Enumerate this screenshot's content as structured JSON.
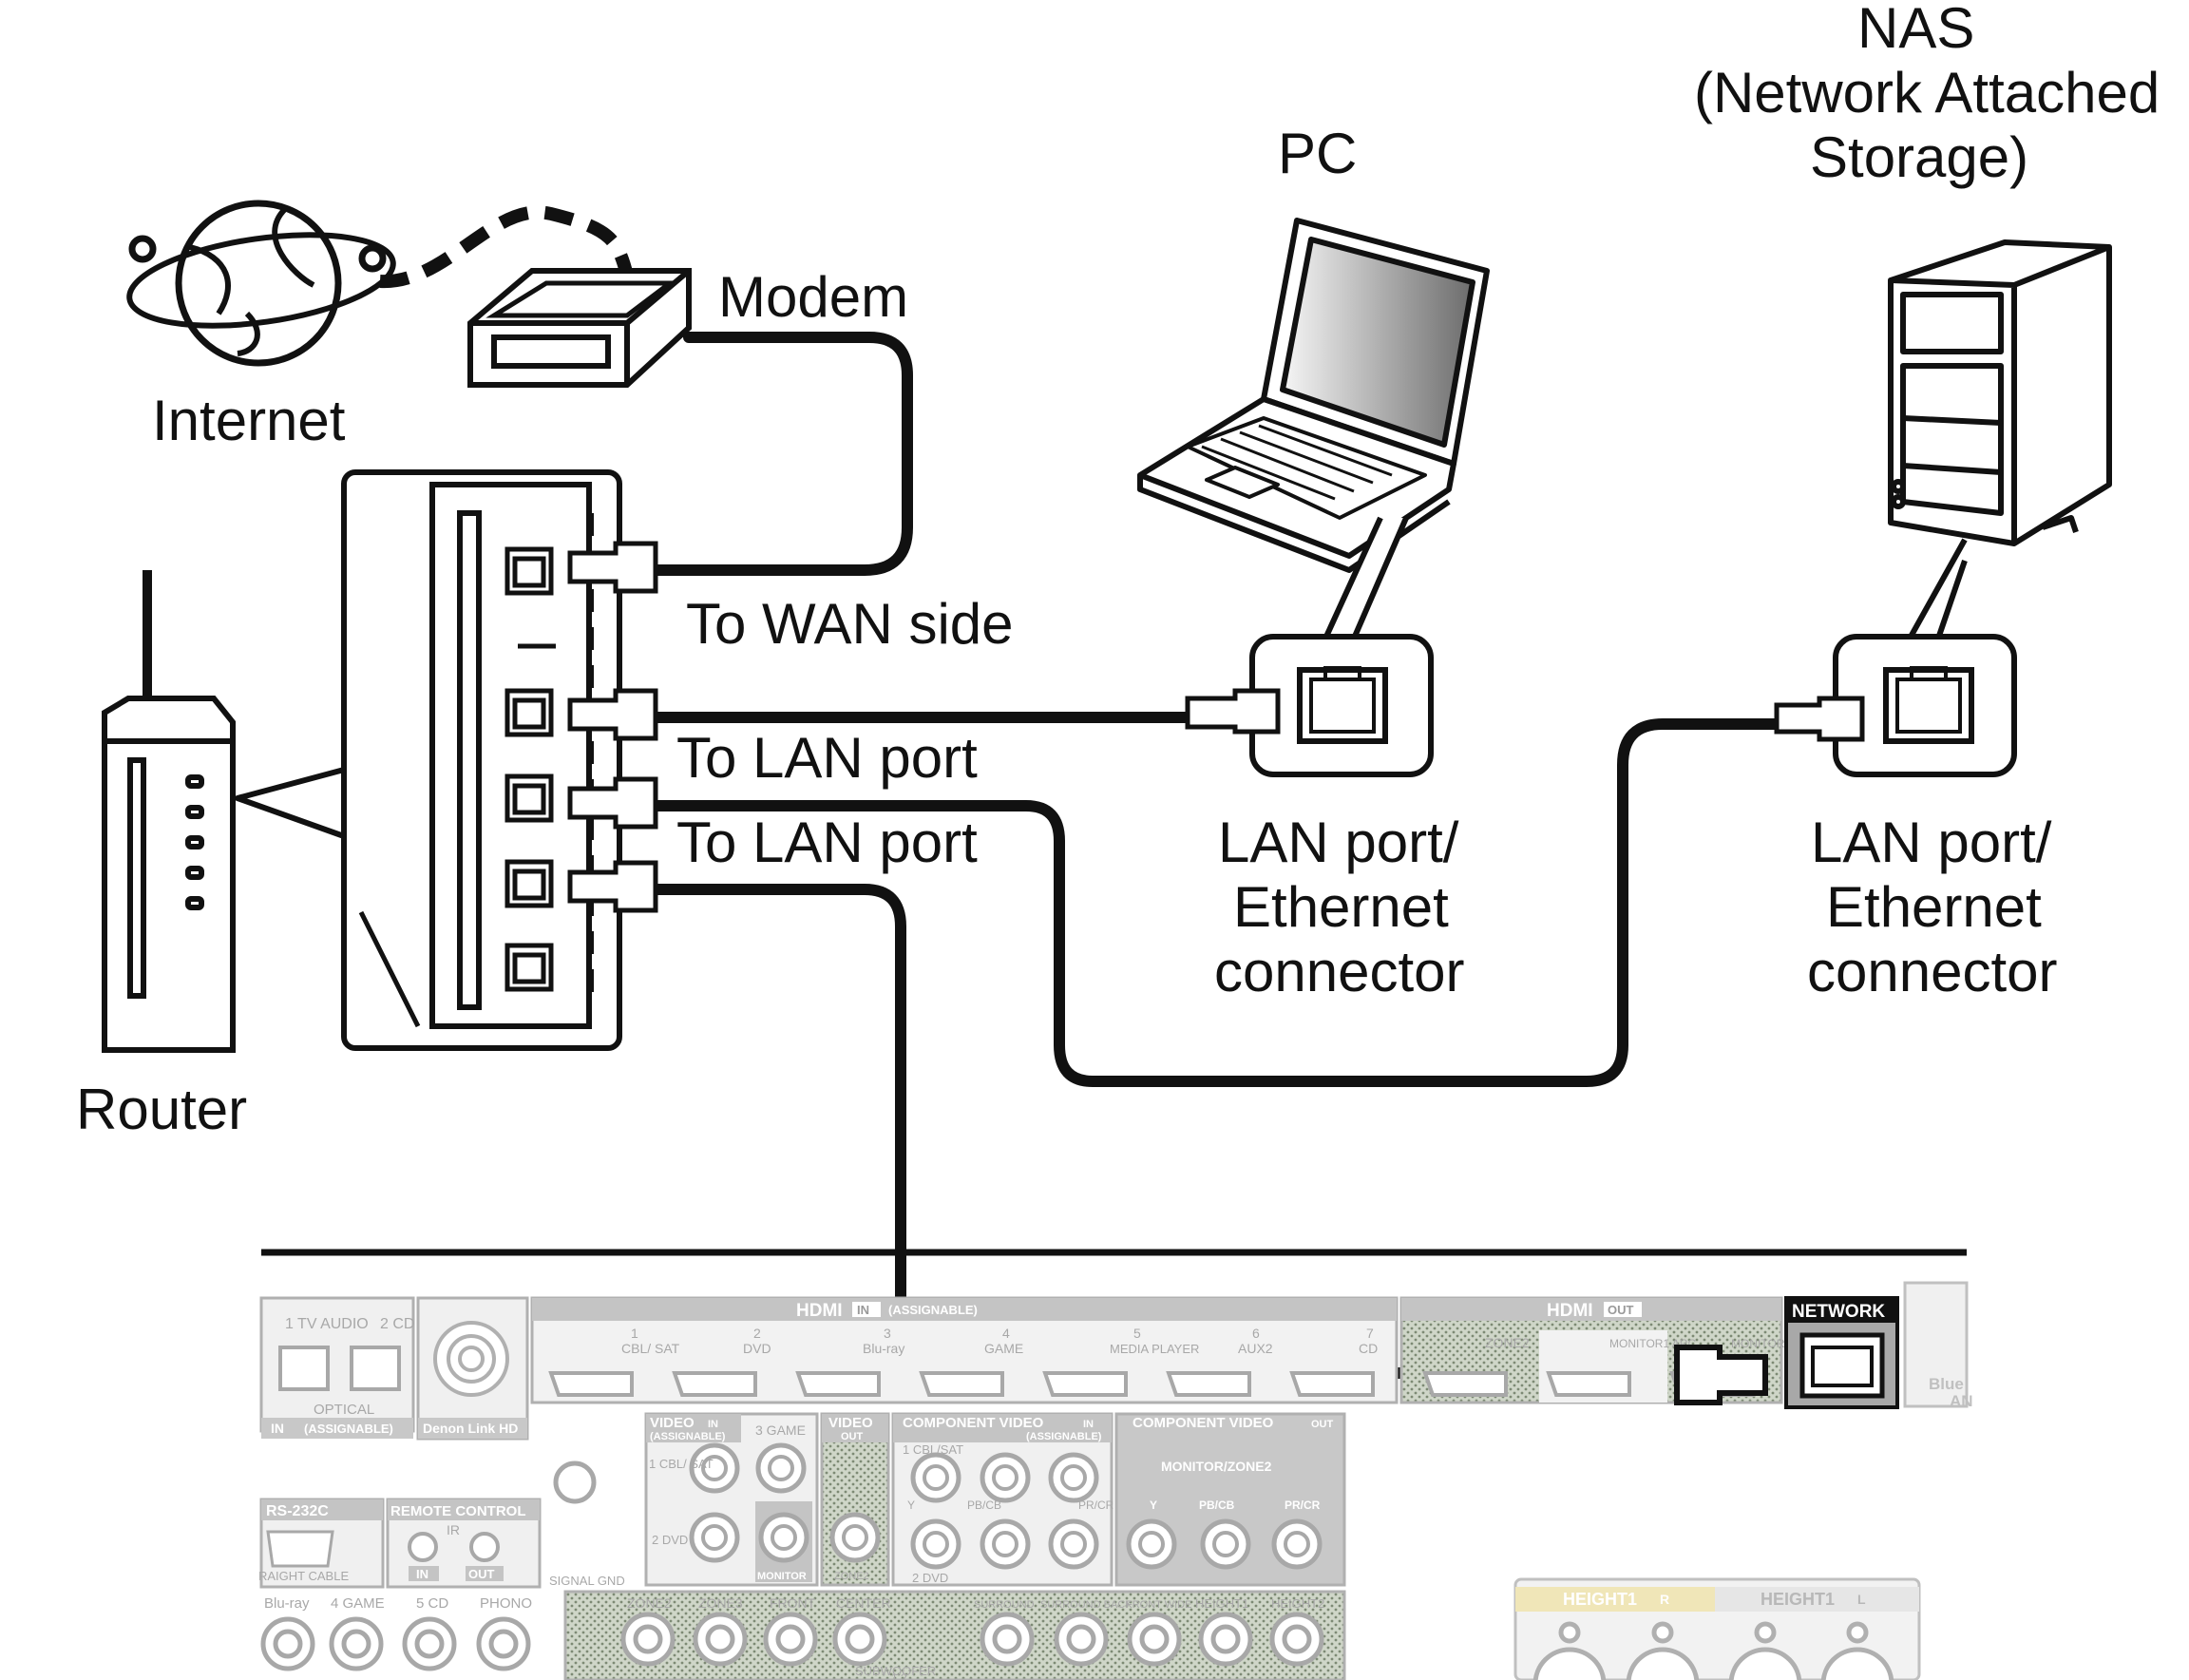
{
  "labels": {
    "nas": [
      "NAS",
      "(Network Attached",
      "Storage)"
    ],
    "pc": "PC",
    "modem": "Modem",
    "internet": "Internet",
    "router": "Router",
    "to_wan": "To WAN side",
    "to_lan_1": "To LAN port",
    "to_lan_2": "To LAN port",
    "lan_pc": [
      "LAN port/",
      "Ethernet",
      "connector"
    ],
    "lan_nas": [
      "LAN port/",
      "Ethernet",
      "connector"
    ]
  },
  "panel": {
    "hdmi_in": "HDMI",
    "hdmi_in_badge": "IN",
    "hdmi_in_assign": "(ASSIGNABLE)",
    "hdmi_inputs": [
      {
        "num": "1",
        "name": "CBL/ SAT"
      },
      {
        "num": "2",
        "name": "DVD"
      },
      {
        "num": "3",
        "name": "Blu-ray"
      },
      {
        "num": "4",
        "name": "GAME"
      },
      {
        "num": "5",
        "name": "MEDIA PLAYER"
      },
      {
        "num": "6",
        "name": "AUX2"
      },
      {
        "num": "7",
        "name": "CD"
      }
    ],
    "hdmi_out": "HDMI",
    "hdmi_out_badge": "OUT",
    "hdmi_outputs": [
      "ZONE2",
      "MONITOR1 ARC",
      "MONITOR2"
    ],
    "network": "NETWORK",
    "optical_top": [
      "1 TV AUDIO",
      "2 CD"
    ],
    "optical": "OPTICAL",
    "optical_in": "IN",
    "optical_assign": "(ASSIGNABLE)",
    "denon_link": "Denon Link HD",
    "rs232c": "RS-232C",
    "straight_cable": "RAIGHT CABLE",
    "remote_control": "REMOTE CONTROL",
    "ir": "IR",
    "rc_in": "IN",
    "rc_out": "OUT",
    "signal_gnd": "SIGNAL GND",
    "video_in": "VIDEO",
    "video_in_badge": "IN",
    "video_in_assign": "(ASSIGNABLE)",
    "video_in_items": [
      "1 CBL/ SAT",
      "3 GAME",
      "2 DVD"
    ],
    "video_out": "VIDEO",
    "video_out_badge": "OUT",
    "video_out_items": [
      "MONITOR",
      "ZONE2"
    ],
    "comp_in": "COMPONENT VIDEO",
    "comp_in_badge": "IN",
    "comp_in_assign": "(ASSIGNABLE)",
    "comp_in_items": [
      "1 CBL/SAT",
      "Y",
      "PB/CB",
      "PR/CR",
      "2 DVD"
    ],
    "comp_out": "COMPONENT VIDEO",
    "comp_out_badge": "OUT",
    "comp_out_sub": "MONITOR/ZONE2",
    "comp_out_items": [
      "Y",
      "PB/CB",
      "PR/CR"
    ],
    "audio_in": [
      "Blu-ray",
      "4 GAME",
      "5 CD",
      "PHONO"
    ],
    "pre_out": [
      "ZONE2",
      "ZONE3",
      "FRONT",
      "CENTER",
      "SURROUND",
      "SURROUND BACK",
      "FRONT WIDE",
      "HEIGHT1",
      "HEIGHT2"
    ],
    "subwoofer": "SUBWOOFER",
    "sub_nums": "1 2",
    "height1_r": "HEIGHT1",
    "height1_r_badge": "R",
    "height1_l": "HEIGHT1",
    "height1_l_badge": "L",
    "bluetooth": "Blue",
    "bluetooth_2": "AN"
  }
}
